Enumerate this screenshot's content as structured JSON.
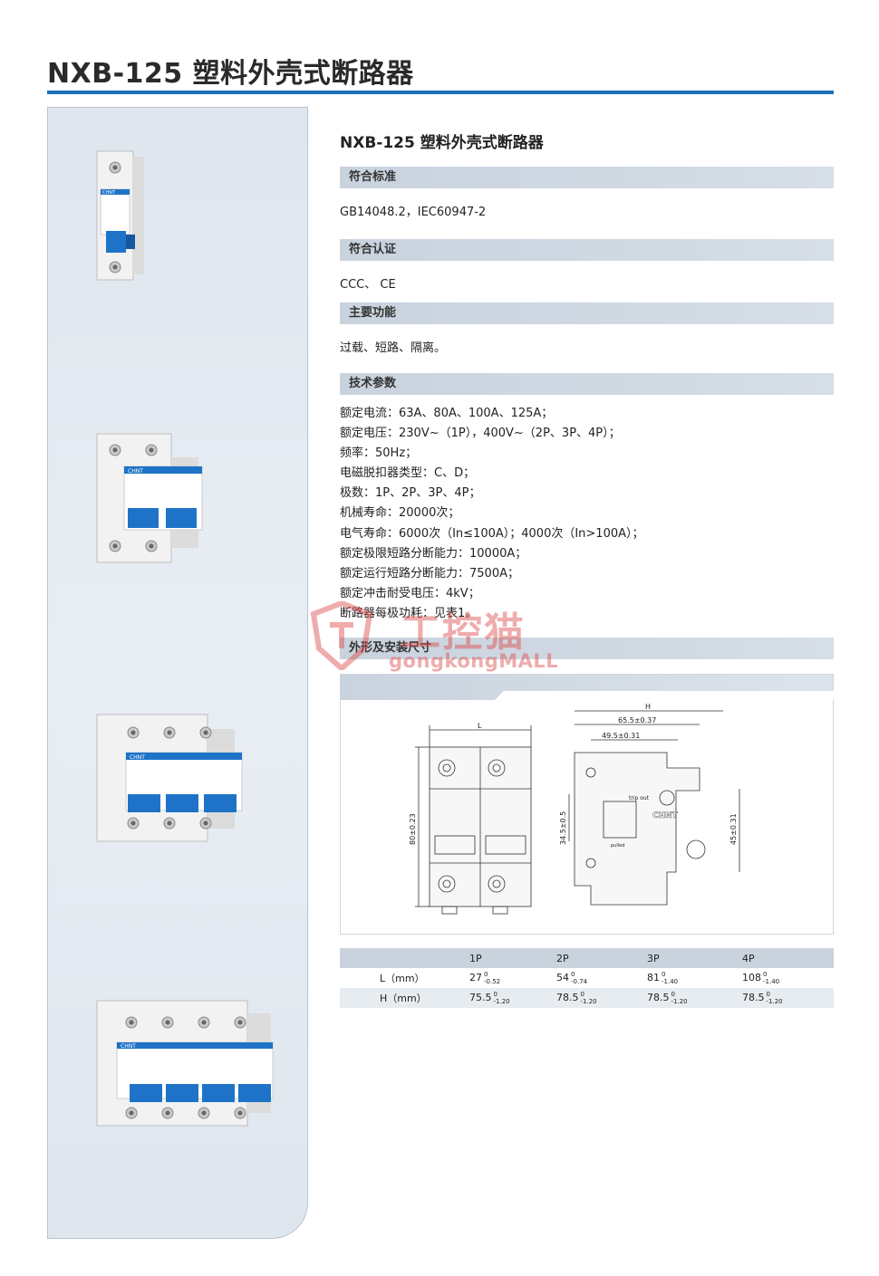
{
  "header": {
    "title": "NXB-125 塑料外壳式断路器"
  },
  "content": {
    "title": "NXB-125 塑料外壳式断路器",
    "sections": {
      "standard": {
        "label": "符合标准",
        "text": "GB14048.2，IEC60947-2"
      },
      "certification": {
        "label": "符合认证",
        "text": "CCC、 CE"
      },
      "function": {
        "label": "主要功能",
        "text": "过载、短路、隔离。"
      },
      "tech": {
        "label": "技术参数",
        "items": [
          "额定电流：63A、80A、100A、125A；",
          "额定电压：230V~（1P），400V~（2P、3P、4P）；",
          "频率：50Hz；",
          "电磁脱扣器类型：C、D；",
          "极数：1P、2P、3P、4P；",
          "机械寿命：20000次；",
          "电气寿命：6000次（In≤100A）；4000次（In>100A）；",
          "额定极限短路分断能力：10000A；",
          "额定运行短路分断能力：7500A；",
          "额定冲击耐受电压：4kV；",
          "断路器每极功耗：见表1。"
        ]
      },
      "dimensions": {
        "label": "外形及安装尺寸"
      }
    }
  },
  "drawing": {
    "front": {
      "width_label": "L",
      "height_label": "80±0.23"
    },
    "side": {
      "total_label": "H",
      "d1": "65.5±0.37",
      "d2": "49.5±0.31",
      "h_left": "34.5±0.5",
      "h_right": "45±0.31",
      "trip_text": "trip out",
      "pull_text": "pulled",
      "brand": "CHNT"
    }
  },
  "table": {
    "headers": [
      "",
      "1P",
      "2P",
      "3P",
      "4P"
    ],
    "rows": [
      {
        "label": "L（mm）",
        "cells": [
          {
            "value": "27",
            "upper": "0",
            "lower": "-0.52"
          },
          {
            "value": "54",
            "upper": "0",
            "lower": "-0.74"
          },
          {
            "value": "81",
            "upper": "0",
            "lower": "-1.40"
          },
          {
            "value": "108",
            "upper": "0",
            "lower": "-1.40"
          }
        ]
      },
      {
        "label": "H（mm）",
        "cells": [
          {
            "value": "75.5",
            "upper": "0",
            "lower": "-1.20"
          },
          {
            "value": "78.5",
            "upper": "0",
            "lower": "-1.20"
          },
          {
            "value": "78.5",
            "upper": "0",
            "lower": "-1.20"
          },
          {
            "value": "78.5",
            "upper": "0",
            "lower": "-1.20"
          }
        ]
      }
    ]
  },
  "products": [
    {
      "brand": "CHNT",
      "poles": 1
    },
    {
      "brand": "CHNT",
      "poles": 2
    },
    {
      "brand": "CHNT",
      "poles": 3
    },
    {
      "brand": "CHNT",
      "poles": 4
    }
  ],
  "watermark": {
    "cn": "工控猫",
    "en": "gongkongMALL"
  },
  "colors": {
    "accent": "#1f6fb8",
    "section_bar": "#c9d3de",
    "breaker_blue": "#1e73c8"
  }
}
